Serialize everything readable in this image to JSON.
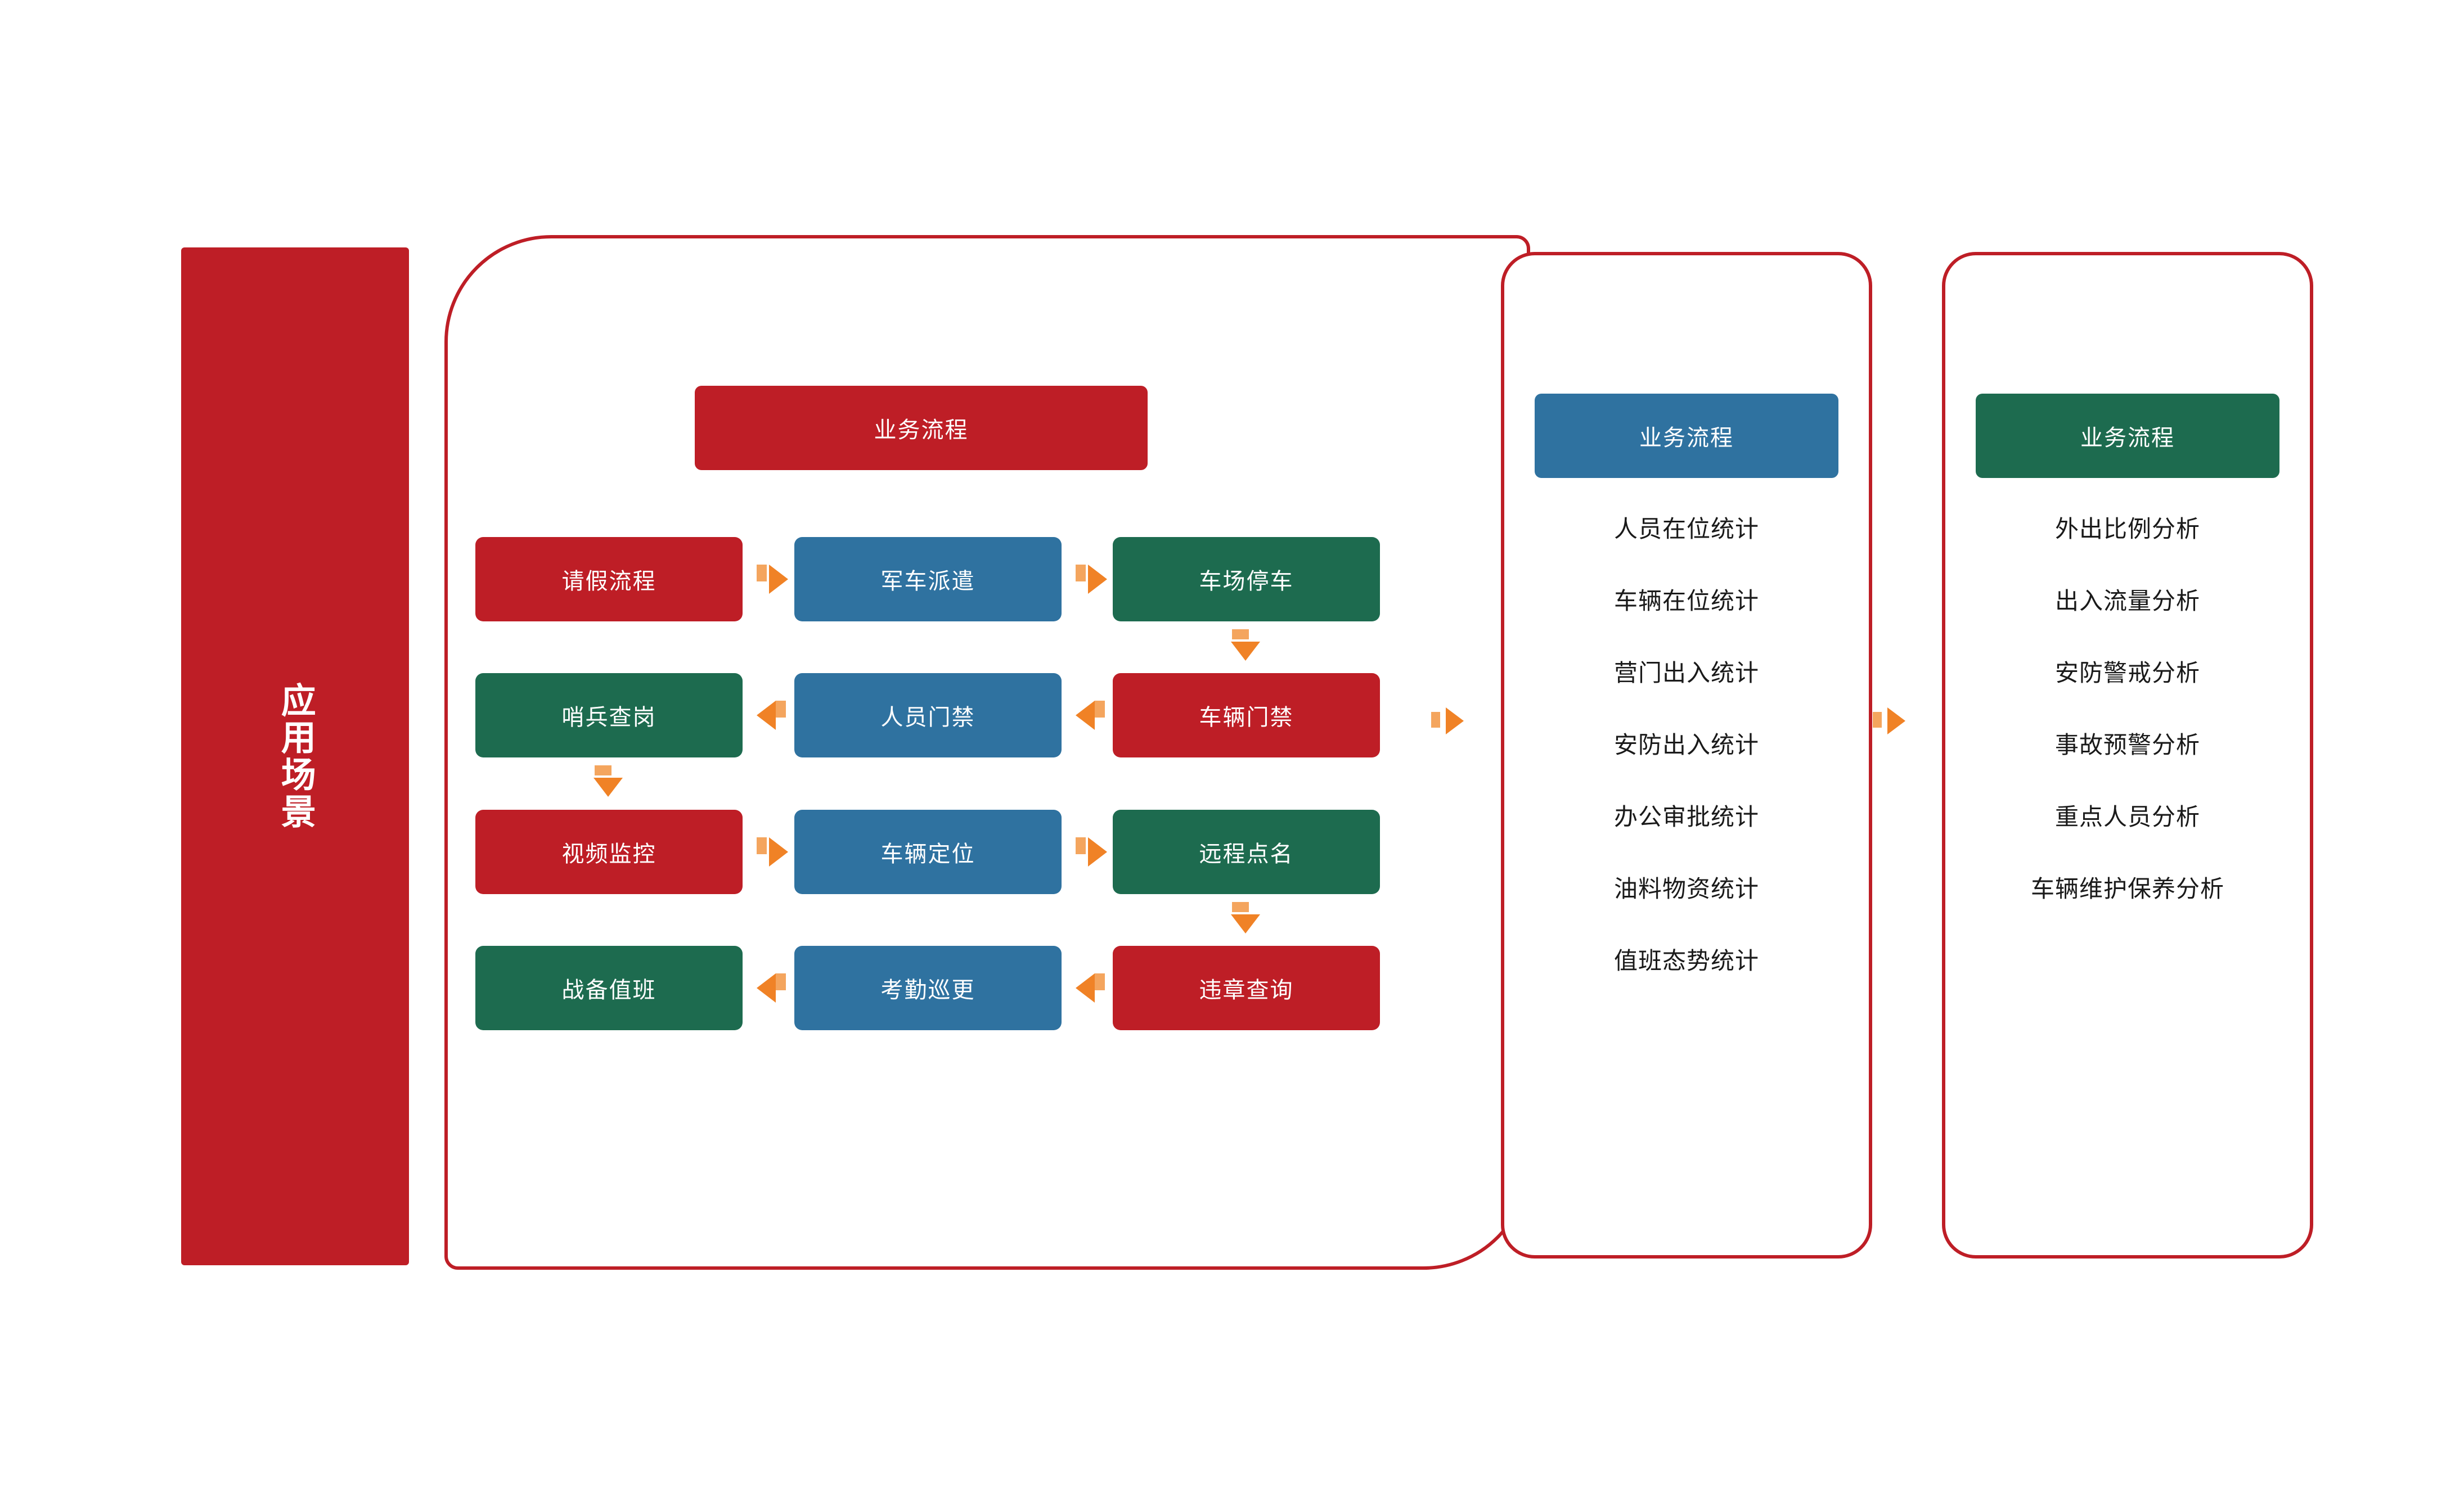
{
  "side_banner": {
    "label": "应用场景"
  },
  "panels": {
    "flow": {
      "heading": "业务流程",
      "rows": [
        {
          "boxes": [
            {
              "label": "请假流程",
              "color": "red"
            },
            {
              "label": "军车派遣",
              "color": "blue"
            },
            {
              "label": "车场停车",
              "color": "green"
            }
          ],
          "direction": "right"
        },
        {
          "boxes": [
            {
              "label": "哨兵查岗",
              "color": "green"
            },
            {
              "label": "人员门禁",
              "color": "blue"
            },
            {
              "label": "车辆门禁",
              "color": "red"
            }
          ],
          "direction": "left"
        },
        {
          "boxes": [
            {
              "label": "视频监控",
              "color": "red"
            },
            {
              "label": "车辆定位",
              "color": "blue"
            },
            {
              "label": "远程点名",
              "color": "green"
            }
          ],
          "direction": "right"
        },
        {
          "boxes": [
            {
              "label": "战备值班",
              "color": "green"
            },
            {
              "label": "考勤巡更",
              "color": "blue"
            },
            {
              "label": "违章查询",
              "color": "red"
            }
          ],
          "direction": "left"
        }
      ]
    },
    "stats": {
      "heading": "业务流程",
      "items": [
        "人员在位统计",
        "车辆在位统计",
        "营门出入统计",
        "安防出入统计",
        "办公审批统计",
        "油料物资统计",
        "值班态势统计"
      ]
    },
    "analysis": {
      "heading": "业务流程",
      "items": [
        "外出比例分析",
        "出入流量分析",
        "安防警戒分析",
        "事故预警分析",
        "重点人员分析",
        "车辆维护保养分析"
      ]
    }
  },
  "colors": {
    "red": "#be1e26",
    "blue": "#2f72a0",
    "green": "#1d6b4f",
    "arrow": "#f08226",
    "arrow_tail": "#f4a55e",
    "text_dark": "#1a1a1a",
    "background": "#ffffff"
  }
}
